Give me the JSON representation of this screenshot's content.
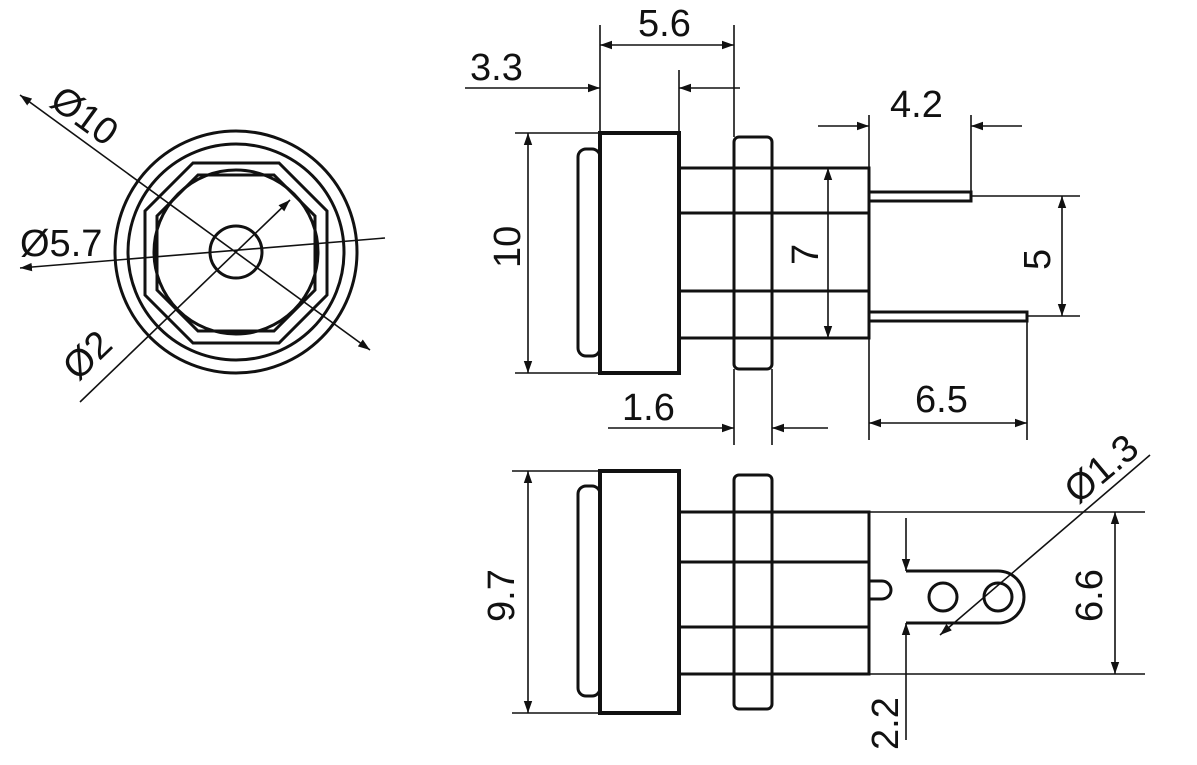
{
  "colors": {
    "line": "#111111",
    "background": "#ffffff"
  },
  "front_view": {
    "dim_outer_diameter": "Ø10",
    "dim_inner_diameter": "Ø5.7",
    "dim_pin_diameter": "Ø2"
  },
  "side_view": {
    "dim_flange_to_nut": "5.6",
    "dim_flange_width": "3.3",
    "dim_body_height": "10",
    "dim_barrel_height": "7",
    "dim_nut_thickness": "1.6",
    "dim_pin_offset": "4.2",
    "dim_pin_spacing": "5",
    "dim_pin_length": "6.5"
  },
  "bottom_view": {
    "dim_body_height": "9.7",
    "dim_hole_diameter": "Ø1.3",
    "dim_tab_height": "6.6",
    "dim_tab_offset": "2.2"
  }
}
